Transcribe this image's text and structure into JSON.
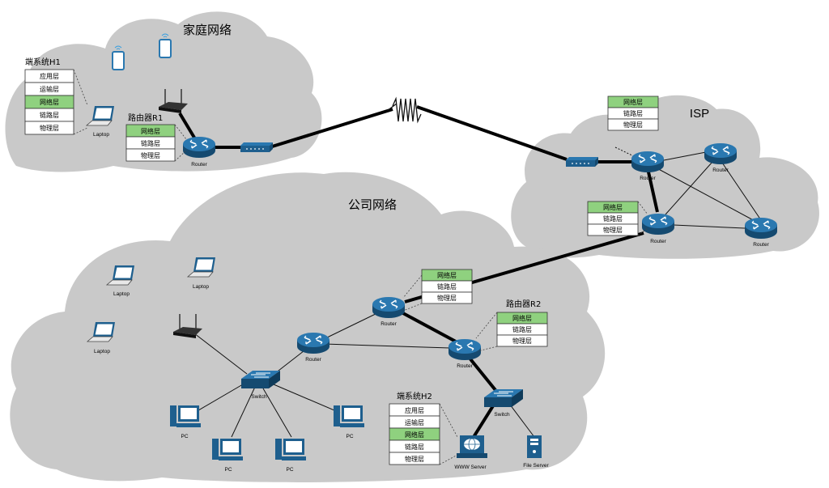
{
  "clouds": {
    "home": "家庭网络",
    "isp": "ISP",
    "company": "公司网络"
  },
  "device_labels": {
    "router": "Router",
    "laptop": "Laptop",
    "switch": "Switch",
    "pc": "PC",
    "www_server": "WWW Server",
    "file_server": "File Server"
  },
  "names": {
    "h1": "端系统H1",
    "r1": "路由器R1",
    "r2": "路由器R2",
    "h2": "端系统H2"
  },
  "stacks": {
    "five_layer": [
      "应用层",
      "运输层",
      "网络层",
      "链路层",
      "物理层"
    ],
    "three_layer": [
      "网络层",
      "链路层",
      "物理层"
    ],
    "highlight": "网络层"
  },
  "colors": {
    "cloud": "#c9c9c9",
    "device_blue": "#1e5f8e",
    "highlight_layer": "#8fd17f"
  }
}
